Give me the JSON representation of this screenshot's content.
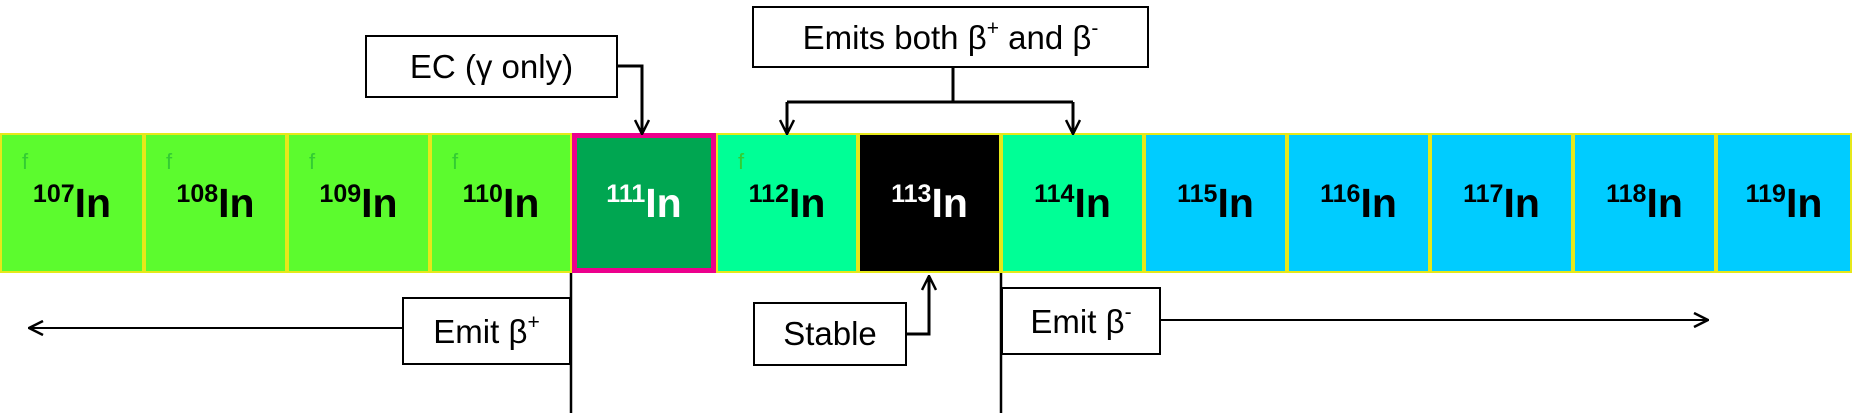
{
  "colors": {
    "green_light": "#5cfb2e",
    "green_dark": "#00a651",
    "green_mint": "#00ff96",
    "black": "#000000",
    "cyan": "#00ccff",
    "highlight_border": "#ec008c",
    "marker_f": "#33cc33"
  },
  "isotopes": [
    {
      "mass": "107",
      "symbol": "In",
      "marker": "f",
      "fill": "#5cfb2e",
      "text_color": "#000000"
    },
    {
      "mass": "108",
      "symbol": "In",
      "marker": "f",
      "fill": "#5cfb2e",
      "text_color": "#000000"
    },
    {
      "mass": "109",
      "symbol": "In",
      "marker": "f",
      "fill": "#5cfb2e",
      "text_color": "#000000"
    },
    {
      "mass": "110",
      "symbol": "In",
      "marker": "f",
      "fill": "#5cfb2e",
      "text_color": "#000000"
    },
    {
      "mass": "111",
      "symbol": "In",
      "marker": "",
      "fill": "#00a651",
      "text_color": "#ffffff",
      "highlighted": true
    },
    {
      "mass": "112",
      "symbol": "In",
      "marker": "f",
      "fill": "#00ff96",
      "text_color": "#000000"
    },
    {
      "mass": "113",
      "symbol": "In",
      "marker": "",
      "fill": "#000000",
      "text_color": "#ffffff"
    },
    {
      "mass": "114",
      "symbol": "In",
      "marker": "",
      "fill": "#00ff96",
      "text_color": "#000000"
    },
    {
      "mass": "115",
      "symbol": "In",
      "marker": "",
      "fill": "#00ccff",
      "text_color": "#000000"
    },
    {
      "mass": "116",
      "symbol": "In",
      "marker": "",
      "fill": "#00ccff",
      "text_color": "#000000"
    },
    {
      "mass": "117",
      "symbol": "In",
      "marker": "",
      "fill": "#00ccff",
      "text_color": "#000000"
    },
    {
      "mass": "118",
      "symbol": "In",
      "marker": "",
      "fill": "#00ccff",
      "text_color": "#000000"
    },
    {
      "mass": "119",
      "symbol": "In",
      "marker": "",
      "fill": "#00ccff",
      "text_color": "#000000"
    }
  ],
  "labels": {
    "ec": "EC (γ only)",
    "both_prefix": "Emits both β",
    "both_sup1": "+",
    "both_mid": " and β",
    "both_sup2": "-",
    "emit_plus": "Emit β",
    "emit_plus_sup": "+",
    "stable": "Stable",
    "emit_minus": "Emit β",
    "emit_minus_sup": "-"
  }
}
